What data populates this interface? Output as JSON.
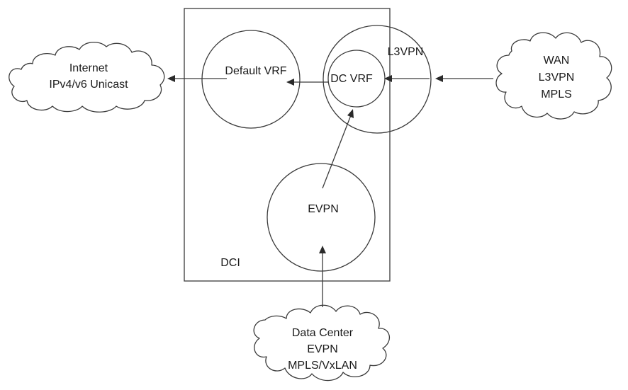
{
  "clouds": {
    "internet": {
      "lines": [
        "Internet",
        "IPv4/v6 Unicast"
      ]
    },
    "wan": {
      "lines": [
        "WAN",
        "L3VPN",
        "MPLS"
      ]
    },
    "data_center": {
      "lines": [
        "Data Center",
        "EVPN",
        "MPLS/VxLAN"
      ]
    }
  },
  "dci_box": {
    "label": "DCI",
    "default_vrf": "Default VRF",
    "l3vpn": "L3VPN",
    "dc_vrf": "DC VRF",
    "evpn": "EVPN"
  }
}
